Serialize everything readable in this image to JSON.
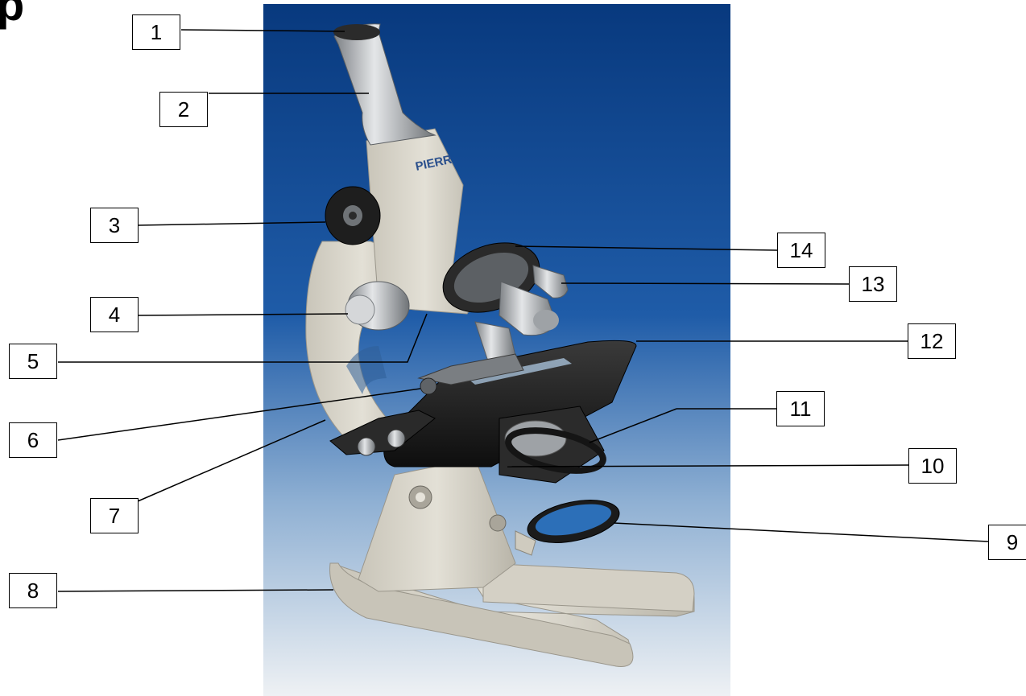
{
  "heading_fragment": "p",
  "brand_text": "PIERR",
  "callouts": [
    {
      "number": "1"
    },
    {
      "number": "2"
    },
    {
      "number": "3"
    },
    {
      "number": "4"
    },
    {
      "number": "5"
    },
    {
      "number": "6"
    },
    {
      "number": "7"
    },
    {
      "number": "8"
    },
    {
      "number": "9"
    },
    {
      "number": "10"
    },
    {
      "number": "11"
    },
    {
      "number": "12"
    },
    {
      "number": "13"
    },
    {
      "number": "14"
    }
  ],
  "colors": {
    "photo_top": "#0a3f86",
    "photo_bottom": "#e9edf1",
    "body": "#d9d6cc",
    "dark": "#1a1a1a",
    "metal": "#b8bcc0"
  }
}
